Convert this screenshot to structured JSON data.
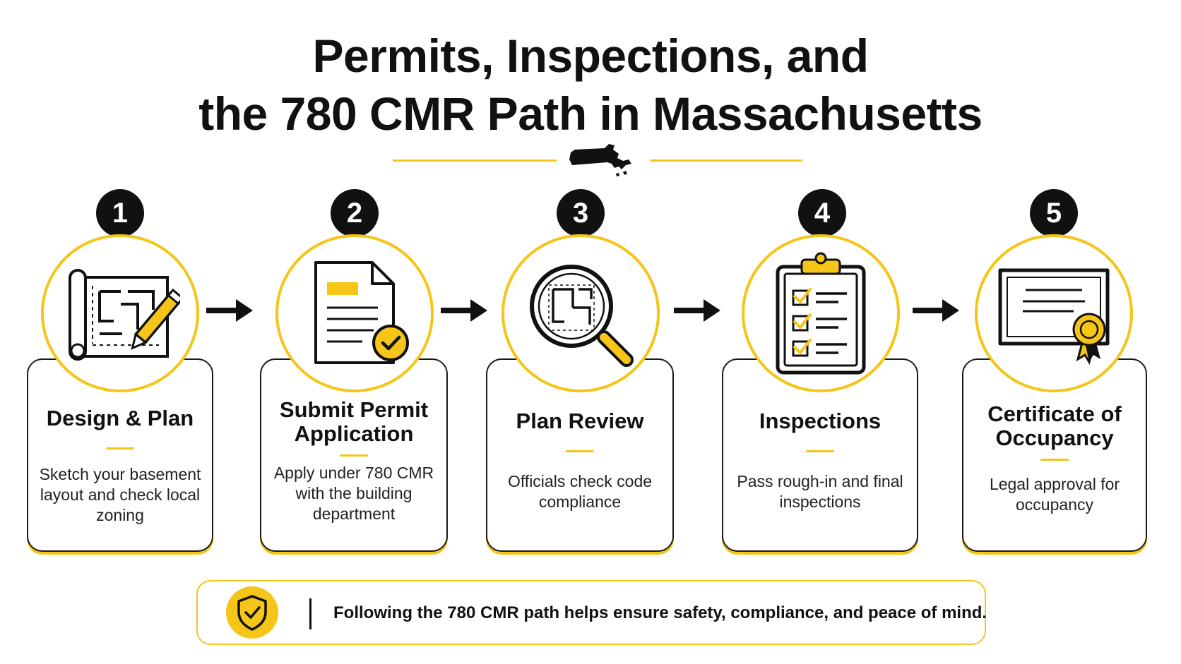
{
  "header": {
    "title_line1": "Permits, Inspections, and",
    "title_line2": "the 780 CMR Path in Massachusetts"
  },
  "colors": {
    "accent": "#F5C518",
    "ink": "#111111",
    "background": "#ffffff"
  },
  "steps": [
    {
      "number": "1",
      "title": "Design & Plan",
      "description": "Sketch your basement layout and check local zoning",
      "icon": "blueprint-pencil-icon"
    },
    {
      "number": "2",
      "title": "Submit Permit Application",
      "description": "Apply under 780 CMR with the building department",
      "icon": "document-check-icon"
    },
    {
      "number": "3",
      "title": "Plan Review",
      "description": "Officials check code compliance",
      "icon": "magnifier-plan-icon"
    },
    {
      "number": "4",
      "title": "Inspections",
      "description": "Pass rough-in and final inspections",
      "icon": "clipboard-checklist-icon"
    },
    {
      "number": "5",
      "title": "Certificate of Occupancy",
      "description": "Legal approval for occupancy",
      "icon": "certificate-ribbon-icon"
    }
  ],
  "footer": {
    "message": "Following the 780 CMR path helps ensure safety, compliance, and peace of mind.",
    "icon": "shield-check-icon"
  }
}
